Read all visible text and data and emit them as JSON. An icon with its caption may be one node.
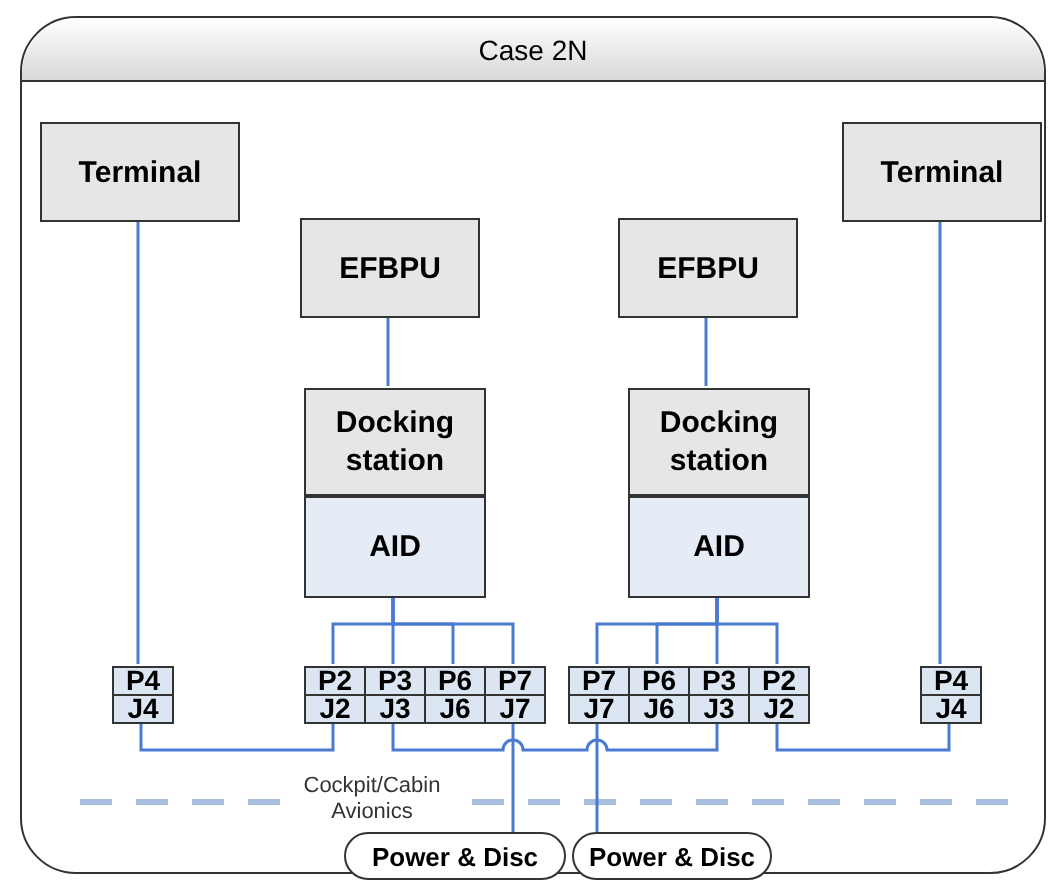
{
  "diagram": {
    "nodes": [
      {
        "text": [
          "Case 2N"
        ]
      },
      {
        "text": [
          "Terminal"
        ],
        "in": 0
      },
      {
        "text": [
          "EFBPU"
        ],
        "in": 0
      },
      {
        "text": [
          "EFBPU"
        ],
        "in": 0
      },
      {
        "text": [
          "Terminal"
        ],
        "in": 0
      },
      {
        "text": [
          "Docking station"
        ],
        "in": 0
      },
      {
        "text": [
          "Docking station"
        ],
        "in": 0
      },
      {
        "text": [
          "AID"
        ],
        "in": 0
      },
      {
        "text": [
          "AID"
        ],
        "in": 0
      },
      {
        "text": [
          "P4",
          "J4"
        ],
        "in": 0
      },
      {
        "text": [
          "P2",
          "J2"
        ],
        "in": 0
      },
      {
        "text": [
          "P3",
          "J3"
        ],
        "in": 0
      },
      {
        "text": [
          "P6",
          "J6"
        ],
        "in": 0
      },
      {
        "text": [
          "P7",
          "J7"
        ],
        "in": 0
      },
      {
        "text": [
          "P7",
          "J7"
        ],
        "in": 0
      },
      {
        "text": [
          "P6",
          "J6"
        ],
        "in": 0
      },
      {
        "text": [
          "P3",
          "J3"
        ],
        "in": 0
      },
      {
        "text": [
          "P2",
          "J2"
        ],
        "in": 0
      },
      {
        "text": [
          "P4",
          "J4"
        ],
        "in": 0
      },
      {
        "text": [
          "Power & Disc"
        ]
      },
      {
        "text": [
          "Power & Disc"
        ]
      }
    ],
    "edges": [
      {
        "from": 1,
        "to": 9,
        "arrow": "none"
      },
      {
        "from": 2,
        "to": 5,
        "arrow": "none"
      },
      {
        "from": 3,
        "to": 6,
        "arrow": "none"
      },
      {
        "from": 4,
        "to": 18,
        "arrow": "none"
      },
      {
        "from": 7,
        "to": 10,
        "arrow": "none"
      },
      {
        "from": 7,
        "to": 11,
        "arrow": "none"
      },
      {
        "from": 7,
        "to": 12,
        "arrow": "none"
      },
      {
        "from": 7,
        "to": 13,
        "arrow": "none"
      },
      {
        "from": 8,
        "to": 14,
        "arrow": "none"
      },
      {
        "from": 8,
        "to": 15,
        "arrow": "none"
      },
      {
        "from": 8,
        "to": 16,
        "arrow": "none"
      },
      {
        "from": 8,
        "to": 17,
        "arrow": "none"
      },
      {
        "from": 9,
        "to": 10,
        "arrow": "none"
      },
      {
        "from": 11,
        "to": 16,
        "arrow": "none"
      },
      {
        "from": 13,
        "to": 19,
        "arrow": "none"
      },
      {
        "from": 14,
        "to": 20,
        "arrow": "none"
      },
      {
        "from": 17,
        "to": 18,
        "arrow": "none"
      }
    ],
    "labels": [
      "Cockpit/Cabin Avionics"
    ]
  }
}
